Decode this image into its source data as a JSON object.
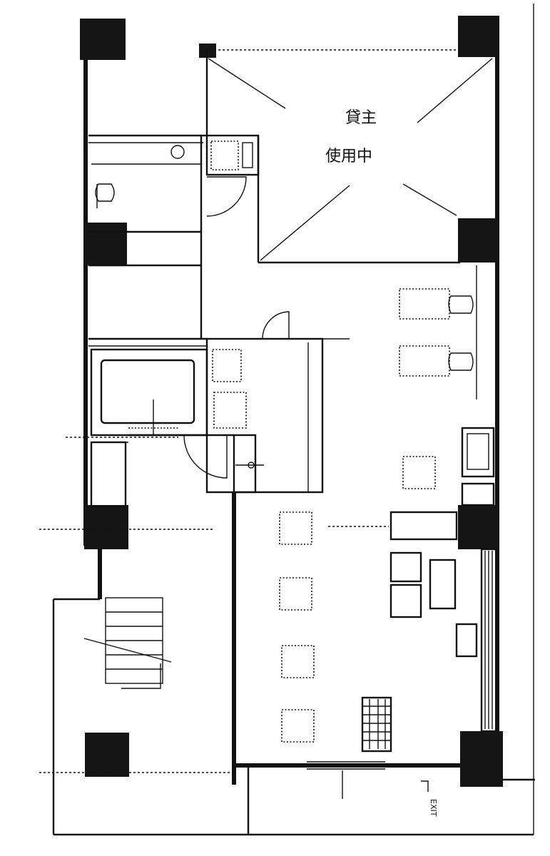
{
  "landlord_area": {
    "line1": "貸主",
    "line2": "使用中"
  },
  "labels": {
    "exit": "EXIT"
  },
  "colors": {
    "ink": "#111111",
    "paper": "#ffffff"
  }
}
